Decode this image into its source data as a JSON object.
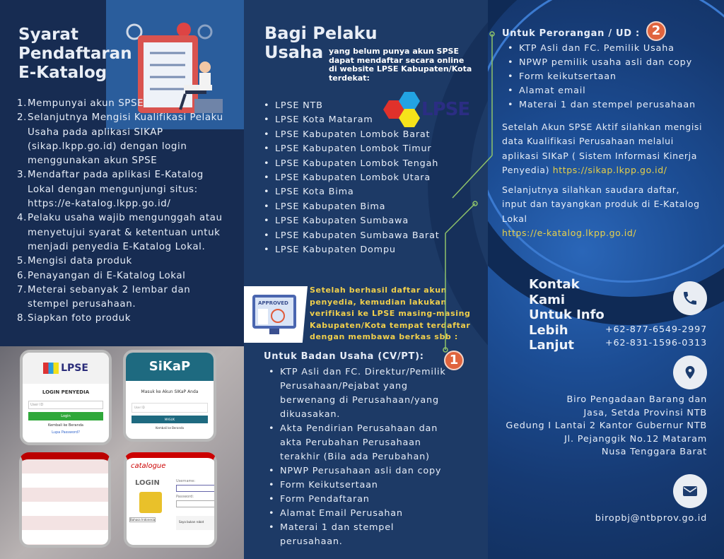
{
  "left": {
    "title": [
      "Syarat",
      "Pendaftaran",
      "E-Katalog"
    ],
    "steps": [
      {
        "n": "1.",
        "t": "Mempunyai akun SPSE"
      },
      {
        "n": "2.",
        "t": "Selanjutnya Mengisi Kualifikasi Pelaku Usaha pada aplikasi SIKAP (sikap.lkpp.go.id) dengan login menggunakan akun SPSE"
      },
      {
        "n": "3.",
        "t": "Mendaftar pada aplikasi E-Katalog Lokal dengan mengunjungi situs: https://e-katalog.lkpp.go.id/"
      },
      {
        "n": "4.",
        "t": "Pelaku usaha wajib mengunggah atau menyetujui syarat & ketentuan untuk menjadi penyedia E-Katalog Lokal."
      },
      {
        "n": "5.",
        "t": "Mengisi data produk"
      },
      {
        "n": "6.",
        "t": "Penayangan di E-Katalog Lokal"
      },
      {
        "n": "7.",
        "t": "Meterai sebanyak 2 lembar dan stempel perusahaan."
      },
      {
        "n": "8.",
        "t": "Siapkan foto produk"
      }
    ],
    "shots": {
      "lpse": {
        "logo": "LPSE",
        "title": "LOGIN PENYEDIA",
        "user": "User ID",
        "login": "Login",
        "back": "Kembali ke Beranda",
        "forgot": "Lupa Password?"
      },
      "sikap": {
        "logo": "SiKaP",
        "title": "Masuk ke Akun SIKaP Anda",
        "user": "User ID",
        "btn": "MASUK",
        "back": "Kembali ke Beranda"
      },
      "ecat": {
        "logo": "catalogue",
        "login": "LOGIN",
        "username": "Username:",
        "password": "Password:",
        "lang": "Bahasa Indonesia",
        "robot": "Saya bukan robot"
      }
    }
  },
  "mid": {
    "title": [
      "Bagi Pelaku",
      "Usaha"
    ],
    "subtitle": "yang belum punya akun SPSE dapat mendaftar secara online di website LPSE Kabupaten/Kota terdekat:",
    "lpse_logo": "LPSE",
    "lpse_list": [
      "LPSE NTB",
      "LPSE Kota Mataram",
      "LPSE Kabupaten Lombok Barat",
      "LPSE Kabupaten Lombok Timur",
      "LPSE Kabupaten Lombok Tengah",
      "LPSE Kabupaten Lombok Utara",
      "LPSE Kota Bima",
      "LPSE Kabupaten Bima",
      "LPSE Kabupaten Sumbawa",
      "LPSE Kabupaten Sumbawa Barat",
      "LPSE Kabupaten Dompu"
    ],
    "approved_label": "APPROVED",
    "verify_text": "Setelah berhasil daftar akun penyedia, kemudian lakukan verifikasi ke LPSE masing-masing Kabupaten/Kota tempat terdaftar dengan membawa berkas sbb :",
    "badan_title": "Untuk Badan Usaha (CV/PT):",
    "badan_badge": "1",
    "badan_list": [
      "KTP Asli dan FC. Direktur/Pemilik Perusahaan/Pejabat yang berwenang di Perusahaan/yang dikuasakan.",
      "Akta Pendirian Perusahaan dan akta Perubahan Perusahaan terakhir (Bila ada Perubahan)",
      "NPWP Perusahaan asli dan copy",
      "Form Keikutsertaan",
      "Form Pendaftaran",
      "Alamat Email Perusahan",
      "Materai 1 dan stempel perusahaan."
    ]
  },
  "right": {
    "perorangan_title": "Untuk Perorangan / UD :",
    "perorangan_badge": "2",
    "perorangan_list": [
      "KTP Asli dan FC. Pemilik Usaha",
      "NPWP pemilik usaha asli dan copy",
      "Form keikutsertaan",
      "Alamat email",
      "Materai 1 dan stempel perusahaan"
    ],
    "para1": "Setelah Akun SPSE Aktif silahkan mengisi data Kualifikasi Perusahaan melalui aplikasi SIKaP ( Sistem Informasi Kinerja Penyedia)",
    "link1": "https://sikap.lkpp.go.id/",
    "para2": "Selanjutnya silahkan saudara daftar, input dan tayangkan produk di E-Katalog Lokal",
    "link2": "https://e-katalog.lkpp.go.id/",
    "contact_title": [
      "Kontak",
      "Kami",
      "Untuk Info",
      "Lebih",
      "Lanjut"
    ],
    "phones": [
      "+62-877-6549-2997",
      "+62-831-1596-0313"
    ],
    "address": [
      "Biro Pengadaan Barang dan",
      "Jasa, Setda Provinsi NTB",
      "Gedung I Lantai 2 Kantor Gubernur NTB",
      "Jl. Pejanggik No.12 Mataram",
      "Nusa Tenggara Barat"
    ],
    "email": "biropbj@ntbprov.go.id",
    "colors": {
      "accent": "#e7d04a",
      "badge": "#e0643e",
      "line": "#8fc36a"
    }
  }
}
